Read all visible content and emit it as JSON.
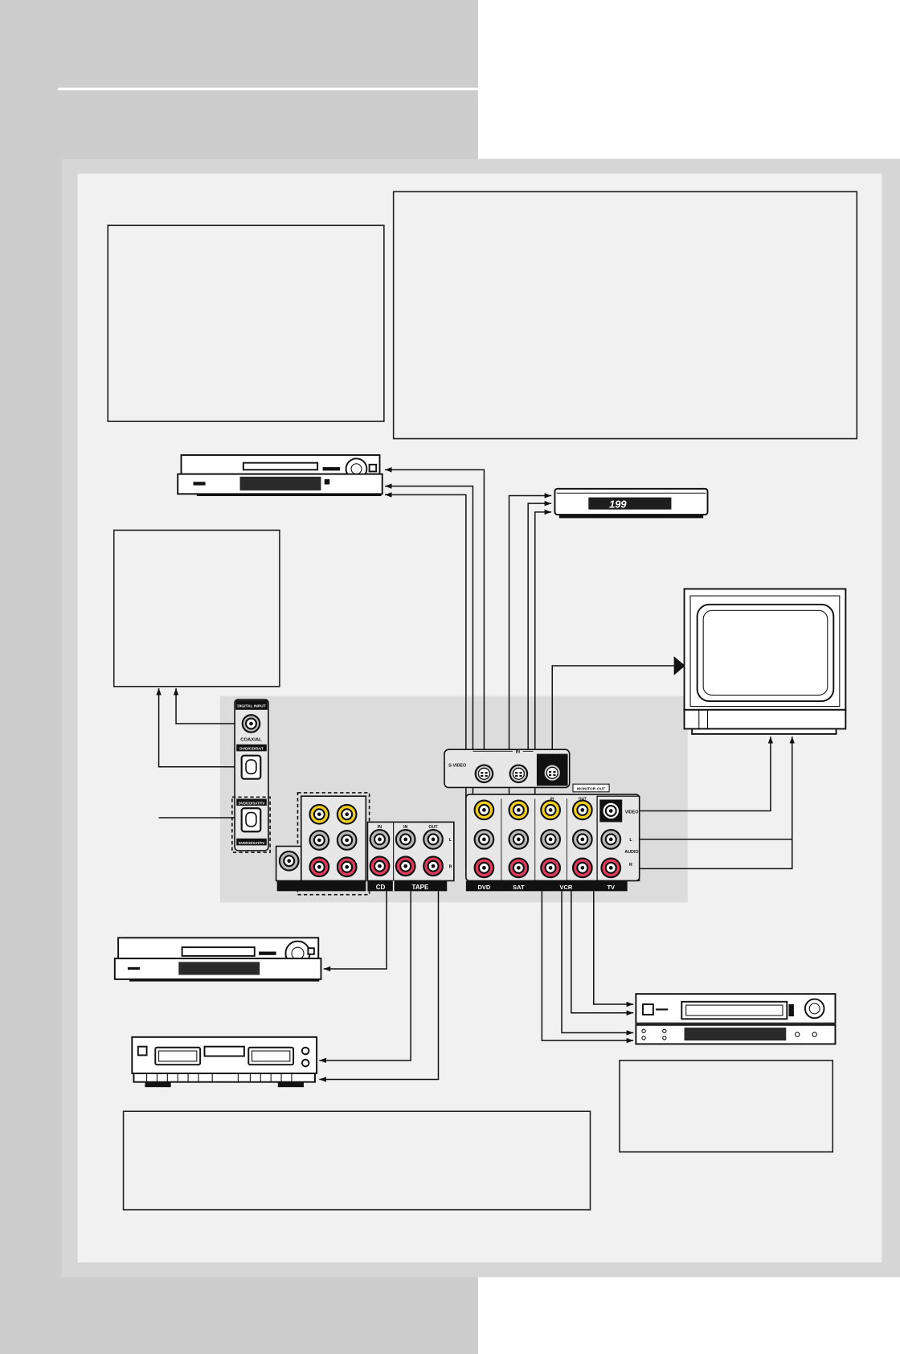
{
  "digital_input": {
    "header": "DIGITAL INPUT",
    "coaxial": "COAXIAL",
    "optical_1": "DVD/CD/SAT",
    "optical_2_top": "DVD/CD/SAT/TV",
    "optical_2_bottom": "DVD/CD/SAT/TV"
  },
  "audio_inputs": {
    "cd_in": "IN",
    "tape_in": "IN",
    "tape_out": "OUT",
    "left": "L",
    "right": "R",
    "cd": "CD",
    "tape": "TAPE"
  },
  "video_inputs": {
    "svideo": "S-VIDEO",
    "svideo_in": "IN",
    "vcr_in": "IN",
    "vcr_out": "OUT",
    "monitor_out": "MONITOR OUT",
    "video": "VIDEO",
    "left": "L",
    "audio": "AUDIO",
    "right": "R",
    "dvd": "DVD",
    "sat": "SAT",
    "vcr": "VCR",
    "tv": "TV"
  },
  "satellite_receiver": {
    "display": "199"
  },
  "colors": {
    "page_column": "#cdcdcd",
    "frame": "#d6d6d6",
    "panel_area": "#f1f1f1",
    "jack_video": "#f2d01c",
    "jack_audio_left": "#b9b9b9",
    "jack_audio_right": "#e03a5c"
  }
}
